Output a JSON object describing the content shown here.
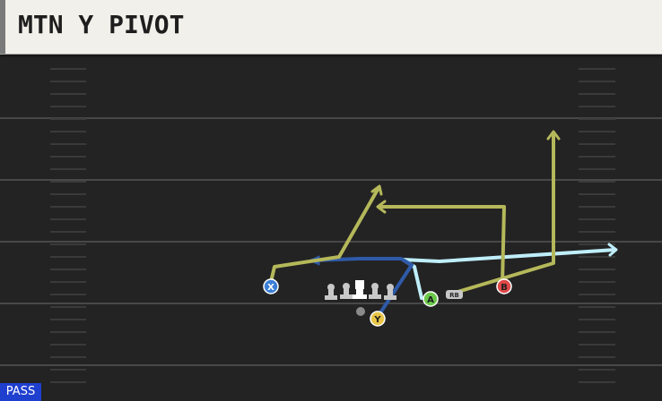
{
  "header": {
    "title": "MTN Y PIVOT"
  },
  "badge": {
    "label": "PASS"
  },
  "colors": {
    "field": "#232323",
    "yard_line": "#4a4a4a",
    "hash": "#3d3d3d",
    "route_yellow": "#b5b85a",
    "route_blue": "#2e5aa8",
    "route_light_blue": "#bfeefa",
    "lineman": "#c8c8c8",
    "center": "#ffffff",
    "ball": "#8a8a8a"
  },
  "players": [
    {
      "id": "x",
      "label": "X",
      "color": "#3b7fd6"
    },
    {
      "id": "y",
      "label": "Y",
      "color": "#e8c547"
    },
    {
      "id": "a",
      "label": "A",
      "color": "#6bc94a"
    },
    {
      "id": "b",
      "label": "B",
      "color": "#e04848"
    },
    {
      "id": "rb",
      "label": "RB",
      "color": "#c7c7c7"
    }
  ]
}
